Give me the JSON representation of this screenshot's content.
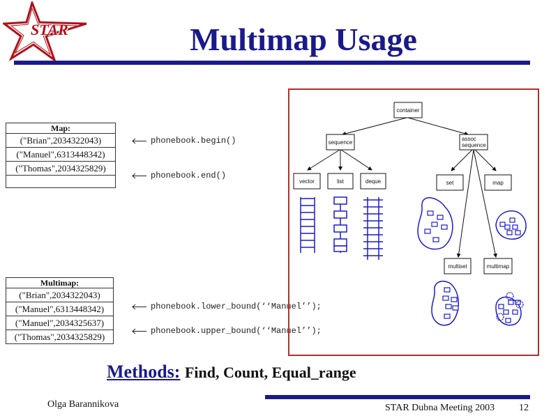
{
  "logo": {
    "text": "STAR"
  },
  "title": "Multimap Usage",
  "map_table": {
    "header": "Map:",
    "rows": [
      "(\"Brian\",2034322043)",
      "(\"Manuel\",6313448342)",
      "(\"Thomas\",2034325829)"
    ]
  },
  "multimap_table": {
    "header": "Multimap:",
    "rows": [
      "(\"Brian\",2034322043)",
      "(\"Manuel\",6313448342)",
      "(\"Manuel\",2034325637)",
      "(\"Thomas\",2034325829)"
    ]
  },
  "pointers": {
    "begin": "phonebook.begin()",
    "end": "phonebook.end()",
    "lower": "phonebook.lower_bound(‘‘Manuel’’);",
    "upper": "phonebook.upper_bound(‘‘Manuel’’);"
  },
  "diagram": {
    "container": "container",
    "sequence": "sequence",
    "assoc_line1": "assoc",
    "assoc_line2": "sequence",
    "vector": "vector",
    "list": "list",
    "deque": "deque",
    "set": "set",
    "map": "map",
    "multiset": "multiset",
    "multimap": "multimap"
  },
  "methods": {
    "label": "Methods:",
    "text": "Find, Count, Equal_range"
  },
  "footer": {
    "author": "Olga Barannikova",
    "meeting": "STAR Dubna Meeting 2003",
    "page": "12"
  },
  "colors": {
    "title_blue": "#1a1a8c",
    "logo_red": "#b01018",
    "box_border": "#b03030",
    "diagram_blue": "#1a1acc"
  }
}
